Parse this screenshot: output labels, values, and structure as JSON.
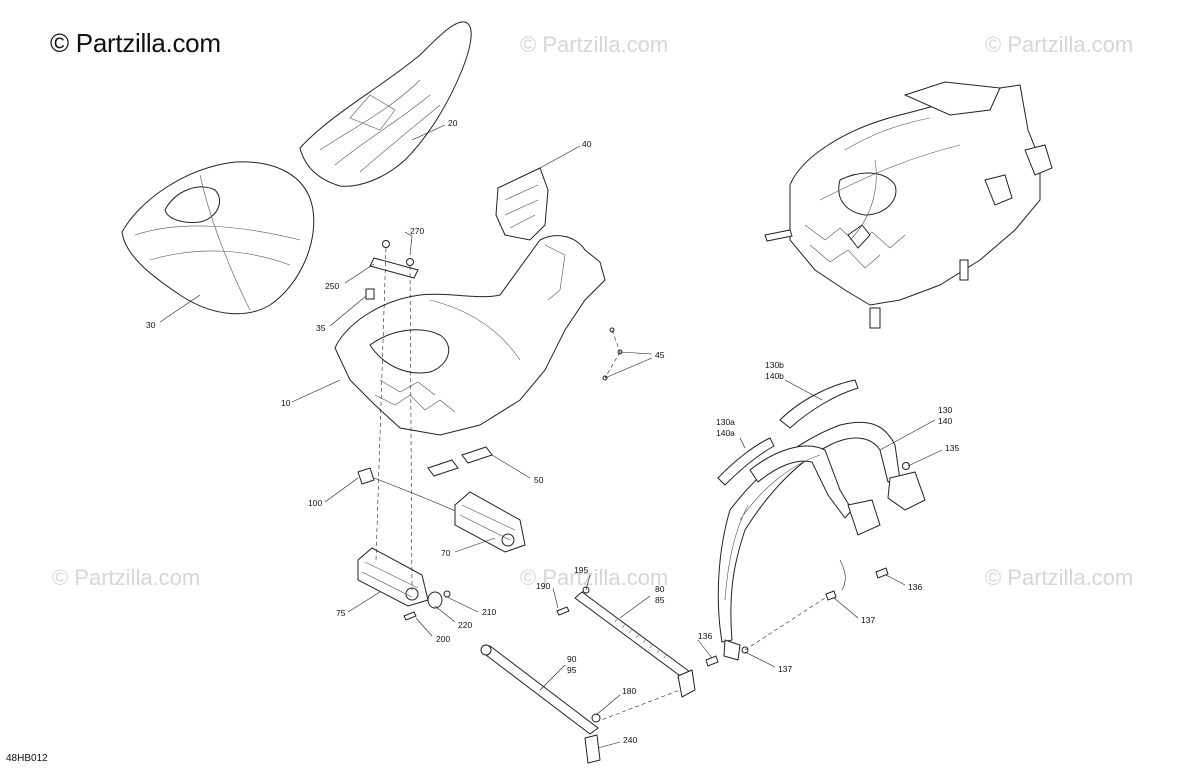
{
  "watermark": {
    "main": "© Partzilla.com",
    "ghost": "© Partzilla.com"
  },
  "diagram_code": "48HB012",
  "callouts": {
    "c20": "20",
    "c30": "30",
    "c40": "40",
    "c270": "270",
    "c250": "250",
    "c35": "35",
    "c45": "45",
    "c10": "10",
    "c50": "50",
    "c100": "100",
    "c70": "70",
    "c75": "75",
    "c210": "210",
    "c220": "220",
    "c200": "200",
    "c190": "190",
    "c195": "195",
    "c80": "80",
    "c85": "85",
    "c90": "90",
    "c95": "95",
    "c136a": "136",
    "c180": "180",
    "c240": "240",
    "c130b": "130b",
    "c140b": "140b",
    "c130a": "130a",
    "c140a": "140a",
    "c130": "130",
    "c140": "140",
    "c135": "135",
    "c136b": "136",
    "c137a": "137",
    "c137b": "137"
  }
}
